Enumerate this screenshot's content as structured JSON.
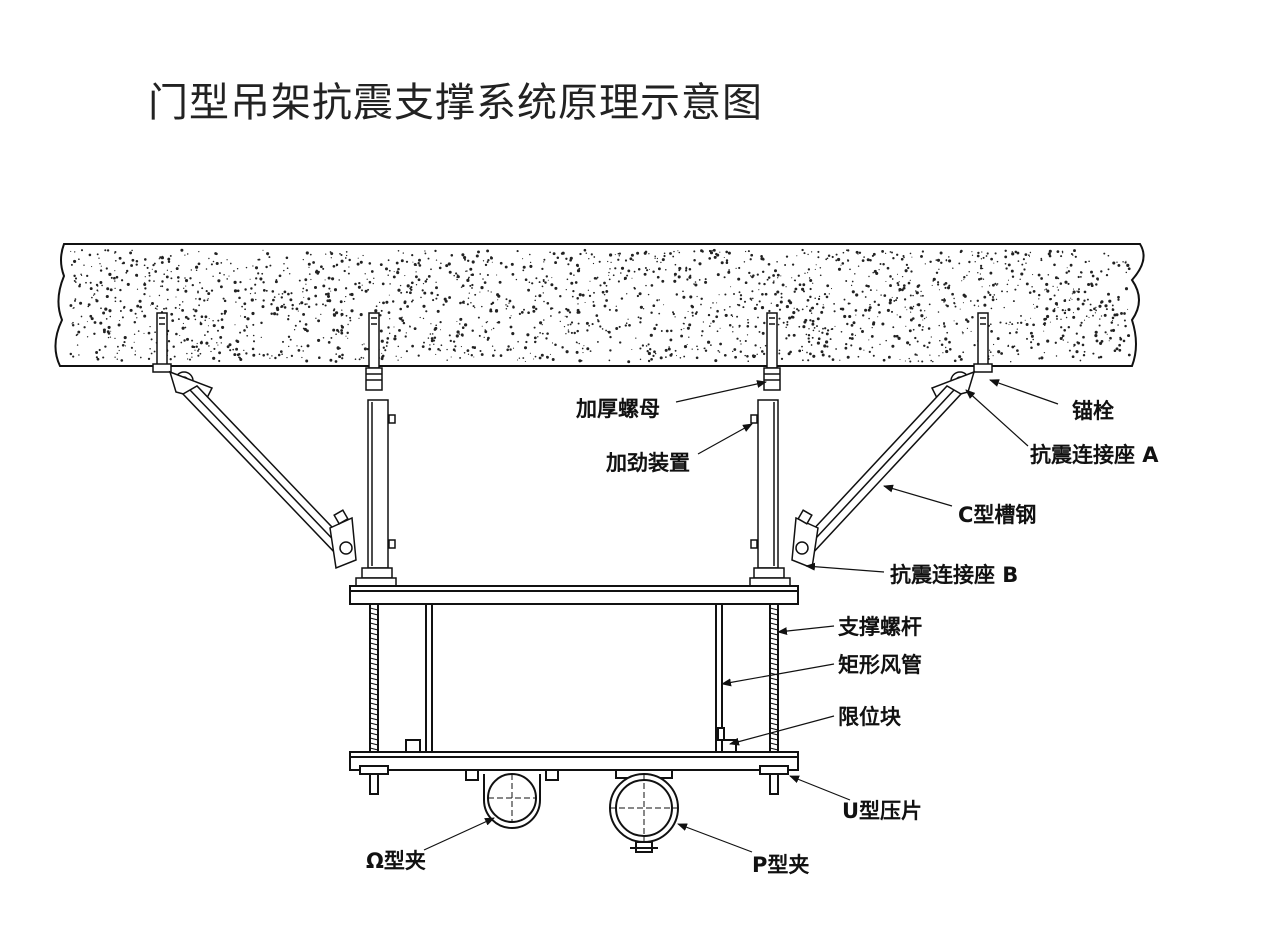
{
  "title": "门型吊架抗震支撑系统原理示意图",
  "colors": {
    "line": "#111111",
    "concrete_fill": "#ffffff",
    "speckle": "#222222",
    "background": "#ffffff"
  },
  "labels": {
    "thick_nut": "加厚螺母",
    "stiffener": "加劲装置",
    "anchor_bolt": "锚栓",
    "seismic_seat_a": "抗震连接座 A",
    "c_channel": "C型槽钢",
    "seismic_seat_b": "抗震连接座 B",
    "support_rod": "支撑螺杆",
    "rect_duct": "矩形风管",
    "limit_block": "限位块",
    "u_clamp_plate": "U型压片",
    "omega_clamp": "Ω型夹",
    "p_clamp": "P型夹"
  }
}
